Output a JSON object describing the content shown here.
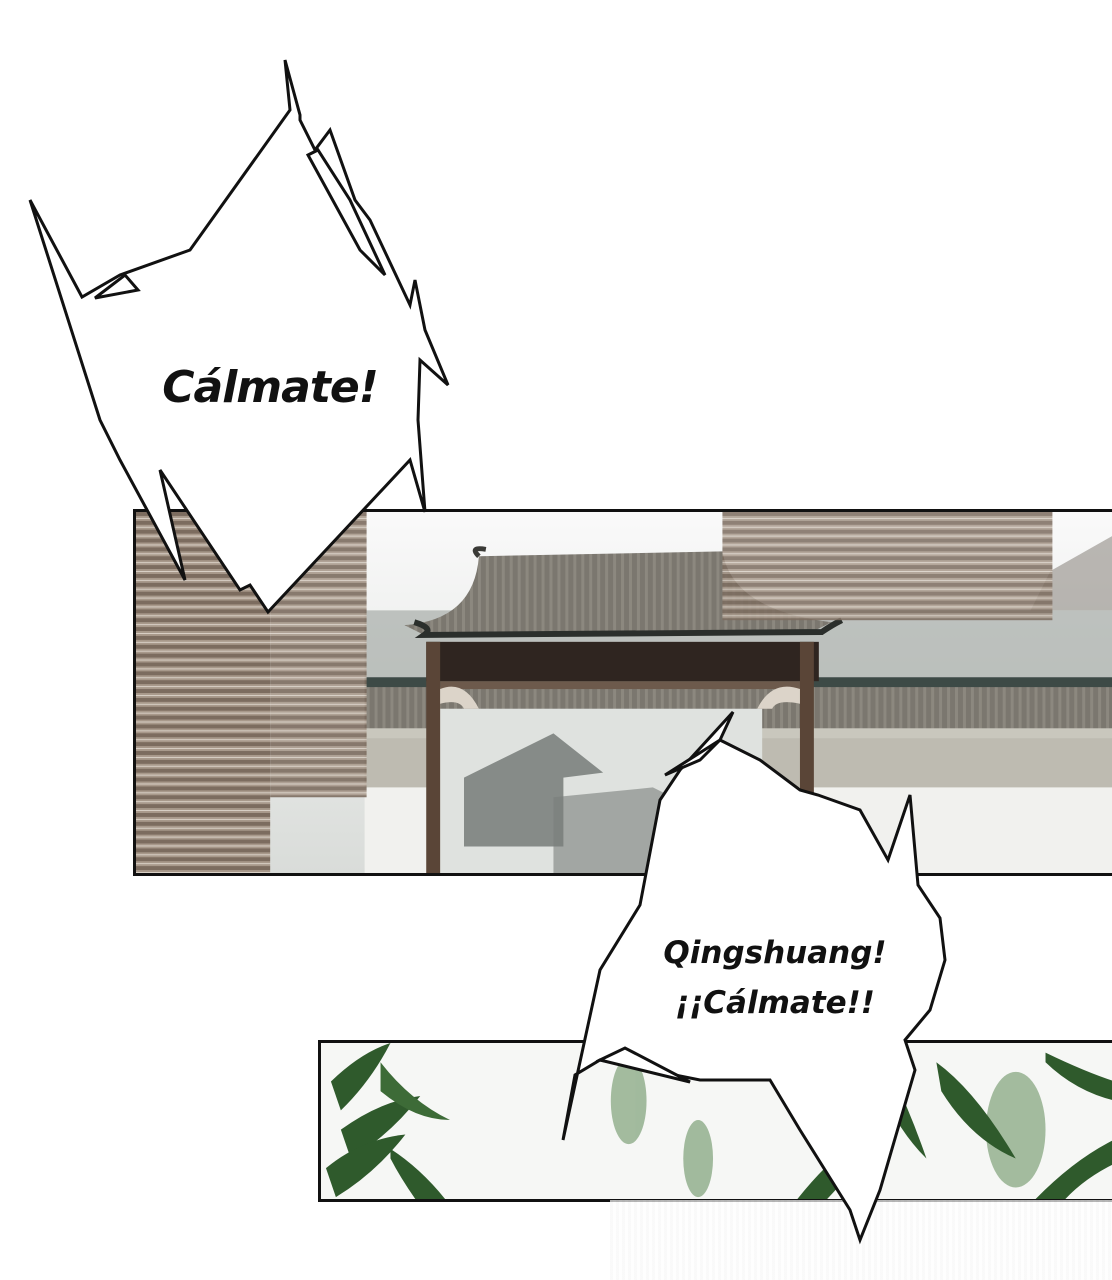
{
  "bubbles": {
    "top": {
      "text": "Cálmate!"
    },
    "bottom": {
      "line1": "Qingshuang!",
      "line2": "¡¡Cálmate!!"
    }
  },
  "colors": {
    "ink": "#111111",
    "roof": "#5f5a52",
    "wood": "#5a4537",
    "blind": "#8a7b6e",
    "wall": "#9ea39e",
    "bamboo": "#2f5a2c"
  }
}
